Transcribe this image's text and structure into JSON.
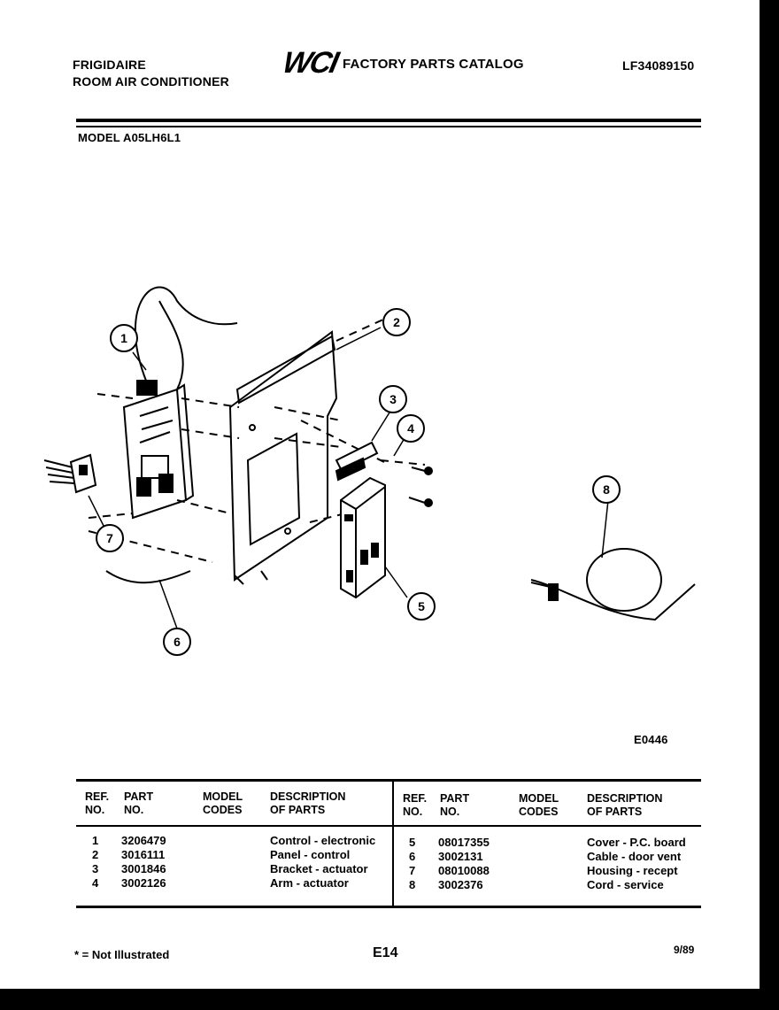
{
  "header": {
    "brand": "FRIGIDAIRE",
    "product": "ROOM AIR CONDITIONER",
    "logo": "WCI",
    "catalog_title": "FACTORY PARTS CATALOG",
    "catalog_no": "LF34089150",
    "model": "MODEL A05LH6L1"
  },
  "diagram": {
    "code": "E0446",
    "callouts": [
      "1",
      "2",
      "3",
      "4",
      "5",
      "6",
      "7",
      "8"
    ]
  },
  "table": {
    "headers": {
      "ref_no": [
        "REF.",
        "NO."
      ],
      "part_no": [
        "PART",
        "NO."
      ],
      "model_codes": [
        "MODEL",
        "CODES"
      ],
      "description": [
        "DESCRIPTION",
        "OF PARTS"
      ]
    },
    "left_rows": [
      {
        "ref": "1",
        "part": "3206479",
        "codes": "",
        "desc": "Control - electronic"
      },
      {
        "ref": "2",
        "part": "3016111",
        "codes": "",
        "desc": "Panel - control"
      },
      {
        "ref": "3",
        "part": "3001846",
        "codes": "",
        "desc": "Bracket - actuator"
      },
      {
        "ref": "4",
        "part": "3002126",
        "codes": "",
        "desc": "Arm - actuator"
      }
    ],
    "right_rows": [
      {
        "ref": "5",
        "part": "08017355",
        "codes": "",
        "desc": "Cover - P.C. board"
      },
      {
        "ref": "6",
        "part": "3002131",
        "codes": "",
        "desc": "Cable - door vent"
      },
      {
        "ref": "7",
        "part": "08010088",
        "codes": "",
        "desc": "Housing - recept"
      },
      {
        "ref": "8",
        "part": "3002376",
        "codes": "",
        "desc": "Cord - service"
      }
    ]
  },
  "footer": {
    "note": "* = Not Illustrated",
    "page": "E14",
    "date": "9/89"
  }
}
